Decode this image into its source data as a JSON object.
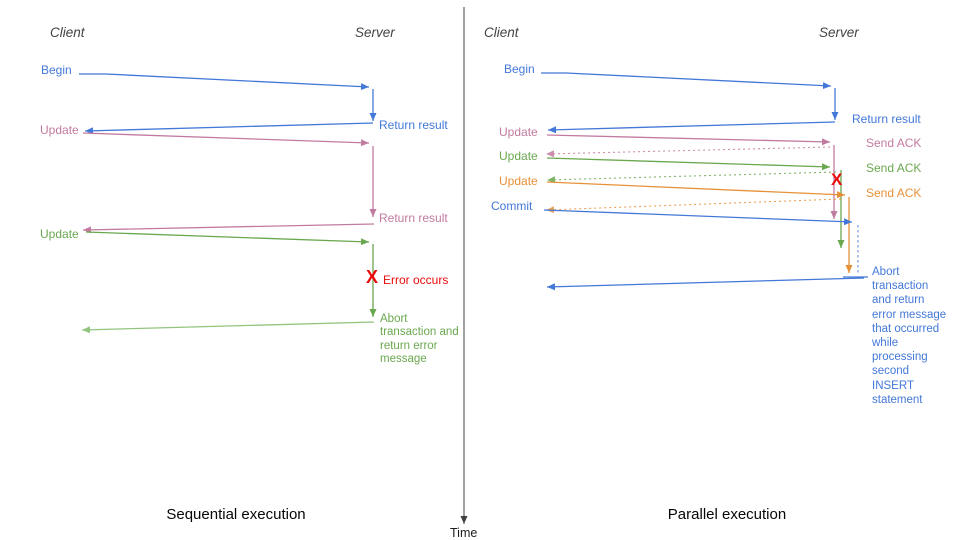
{
  "left_panel": {
    "caption": "Sequential execution",
    "client_header": "Client",
    "server_header": "Server",
    "begin_label": "Begin",
    "begin_return_label": "Return result",
    "update1_label": "Update",
    "update1_return_label": "Return result",
    "update2_label": "Update",
    "error_x": "X",
    "error_label": "Error occurs",
    "abort_label": "Abort transaction and return error message"
  },
  "right_panel": {
    "caption": "Parallel execution",
    "client_header": "Client",
    "server_header": "Server",
    "begin_label": "Begin",
    "begin_return_label": "Return result",
    "update1_label": "Update",
    "update1_ack_label": "Send ACK",
    "update2_label": "Update",
    "update2_ack_label": "Send ACK",
    "update3_label": "Update",
    "update3_ack_label": "Send ACK",
    "commit_label": "Commit",
    "error_x": "X",
    "abort_label": "Abort transaction and return error message that occurred while processing second INSERT statement"
  },
  "time_axis": {
    "label": "Time"
  },
  "colors": {
    "blue": "#4378d8",
    "pink": "#c27ba0",
    "green": "#6aa84f",
    "light_green": "#93c47d",
    "orange": "#e69138",
    "red": "#ea0b0b",
    "axis_gray": "#404040",
    "header_gray": "#434343"
  }
}
